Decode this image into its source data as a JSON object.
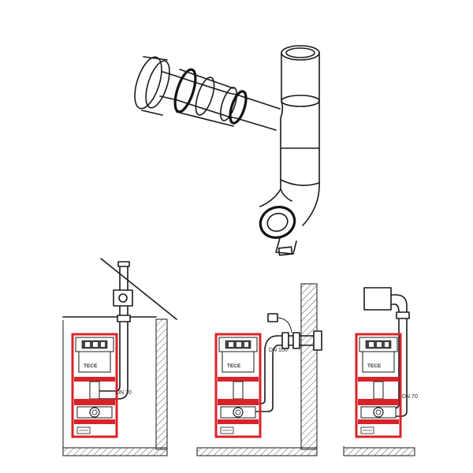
{
  "colors": {
    "frame_red": "#d8232a",
    "line": "#1a1a1a",
    "hatch": "#555555",
    "background": "#ffffff"
  },
  "installations": [
    {
      "brand": "TECE",
      "pipe_label": "DN 70"
    },
    {
      "brand": "TECE",
      "pipe_label": "DN 100"
    },
    {
      "brand": "TECE",
      "pipe_label": "DN 70"
    }
  ]
}
